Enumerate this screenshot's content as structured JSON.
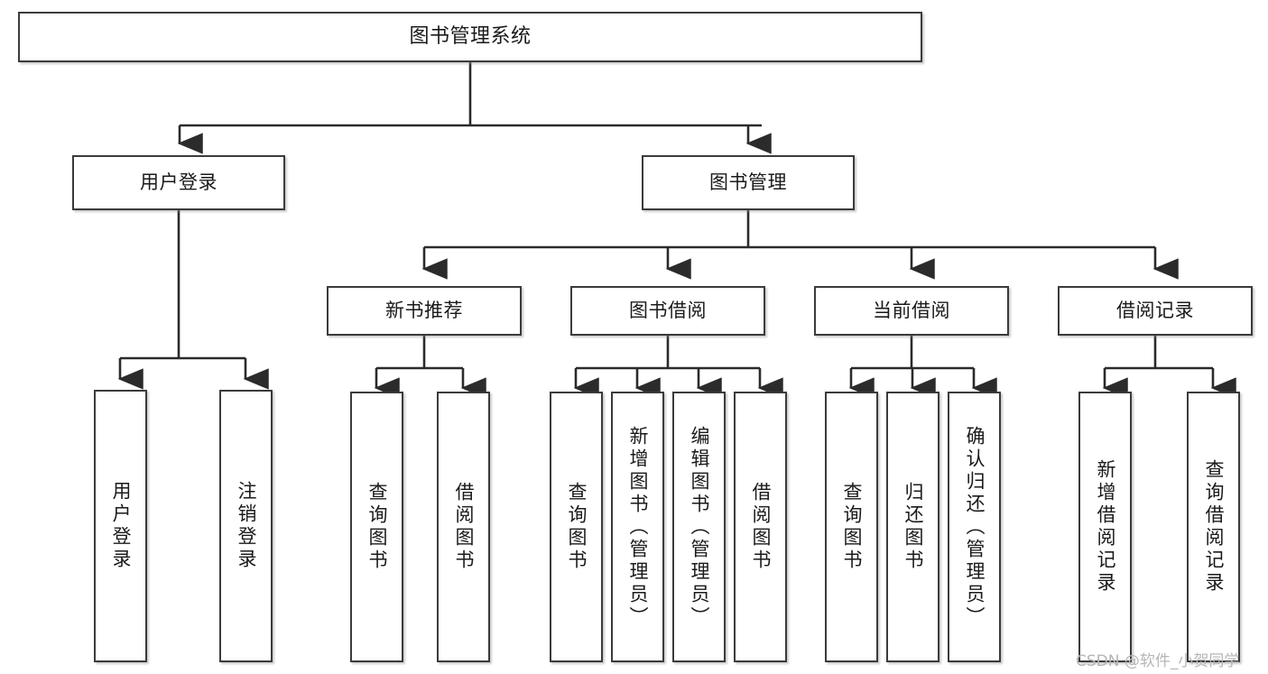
{
  "diagram": {
    "type": "tree-hierarchy",
    "title": "图书管理系统",
    "orientation": "top-down",
    "colors": {
      "box_border": "#3b3b3b",
      "box_fill": "#ffffff",
      "connector": "#2b2b2b",
      "text": "#1a1a1a",
      "watermark": "#b6b6b6",
      "background": "#ffffff"
    }
  },
  "nodes": {
    "root": {
      "label": "图书管理系统"
    },
    "level2": [
      {
        "id": "user-login",
        "label": "用户登录"
      },
      {
        "id": "book-manage",
        "label": "图书管理"
      }
    ],
    "level3": [
      {
        "id": "new-book-recommend",
        "label": "新书推荐"
      },
      {
        "id": "book-borrow",
        "label": "图书借阅"
      },
      {
        "id": "current-borrow",
        "label": "当前借阅"
      },
      {
        "id": "borrow-record",
        "label": "借阅记录"
      }
    ],
    "leaves": {
      "user_login": [
        {
          "id": "leaf-user-login",
          "label": "用户登录"
        },
        {
          "id": "leaf-logout-login",
          "label": "注销登录"
        }
      ],
      "new_book_recommend": [
        {
          "id": "leaf-query-book-1",
          "label": "查询图书"
        },
        {
          "id": "leaf-borrow-book-1",
          "label": "借阅图书"
        }
      ],
      "book_borrow": [
        {
          "id": "leaf-query-book-2",
          "label": "查询图书"
        },
        {
          "id": "leaf-add-book",
          "label": "新增图书（管理员）"
        },
        {
          "id": "leaf-edit-book",
          "label": "编辑图书（管理员）"
        },
        {
          "id": "leaf-borrow-book-2",
          "label": "借阅图书"
        }
      ],
      "current_borrow": [
        {
          "id": "leaf-query-book-3",
          "label": "查询图书"
        },
        {
          "id": "leaf-return-book",
          "label": "归还图书"
        },
        {
          "id": "leaf-confirm-return",
          "label": "确认归还（管理员）"
        }
      ],
      "borrow_record": [
        {
          "id": "leaf-add-record",
          "label": "新增借阅记录"
        },
        {
          "id": "leaf-query-record",
          "label": "查询借阅记录"
        }
      ]
    }
  },
  "watermark": {
    "text": "CSDN @软件_小贺同学"
  }
}
